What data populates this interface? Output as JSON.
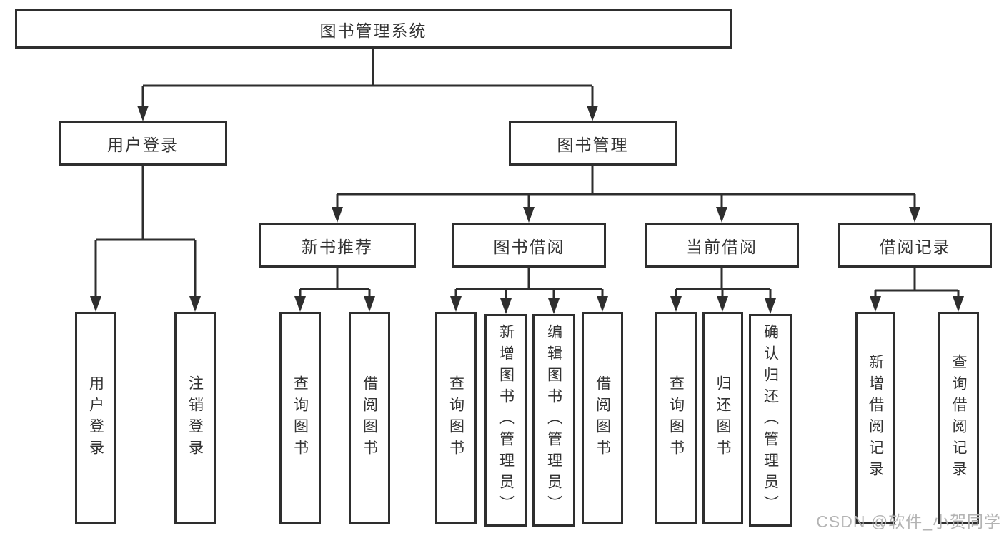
{
  "diagram": {
    "root": {
      "label": "图书管理系统"
    },
    "level2": [
      {
        "id": "user_login",
        "label": "用户登录"
      },
      {
        "id": "book_management",
        "label": "图书管理"
      }
    ],
    "level3": [
      {
        "id": "new_book_recommend",
        "label": "新书推荐",
        "parent": "图书管理"
      },
      {
        "id": "book_borrow",
        "label": "图书借阅",
        "parent": "图书管理"
      },
      {
        "id": "current_borrow",
        "label": "当前借阅",
        "parent": "图书管理"
      },
      {
        "id": "borrow_record",
        "label": "借阅记录",
        "parent": "图书管理"
      }
    ],
    "leaves": {
      "user_login": [
        "用户登录",
        "注销登录"
      ],
      "new_book_recommend": [
        "查询图书",
        "借阅图书"
      ],
      "book_borrow": [
        "查询图书",
        "新增图书（管理员）",
        "编辑图书（管理员）",
        "借阅图书"
      ],
      "current_borrow": [
        "查询图书",
        "归还图书",
        "确认归还（管理员）"
      ],
      "borrow_record": [
        "新增借阅记录",
        "查询借阅记录"
      ]
    }
  },
  "watermark": {
    "text": "CSDN @软件_小贺同学"
  },
  "colors": {
    "line": "#2e2e2e",
    "text": "#333333",
    "background": "#ffffff",
    "watermark": "#b3b3b3"
  }
}
